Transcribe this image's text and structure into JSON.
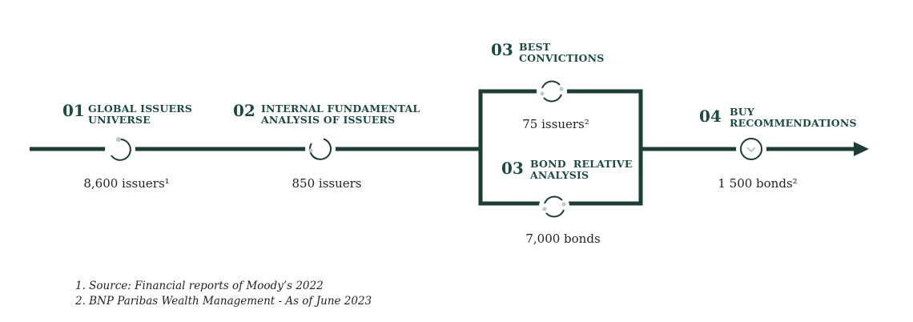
{
  "steps": [
    {
      "number": "01",
      "label_line1": "GLOBAL ISSUERS",
      "label_line2": "UNIVERSE",
      "value": "8,600 issuers¹"
    },
    {
      "number": "02",
      "label_line1": "INTERNAL FUNDAMENTAL",
      "label_line2": "ANALYSIS OF ISSUERS",
      "value": "850 issuers"
    },
    {
      "number": "03",
      "label_line1": "BEST",
      "label_line2": "CONVICTIONS",
      "value": "75 issuers²"
    },
    {
      "number": "03",
      "label_line1": "BOND  RELATIVE",
      "label_line2": "ANALYSIS",
      "value": "7,000 bonds"
    },
    {
      "number": "04",
      "label_line1": "BUY",
      "label_line2": "RECOMMENDATIONS",
      "value": "1 500 bonds²"
    }
  ],
  "footnotes": [
    "1.  Source: Financial reports of  Moody’s 2022",
    "2. BNP Paribas Wealth Management - As of June 2023"
  ],
  "colors": {
    "primary": "#1e4a41",
    "icon_accent": "#b9c9c3",
    "text": "#222222"
  },
  "icons": [
    "cycle-icon",
    "cycle-icon",
    "cycle-icon",
    "cycle-icon",
    "chevron-down-icon"
  ]
}
